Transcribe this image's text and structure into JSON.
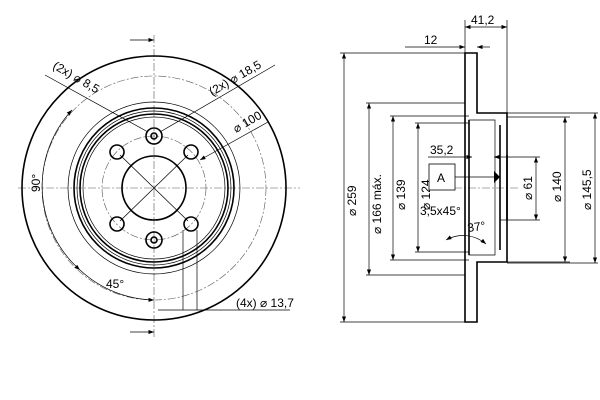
{
  "front_view": {
    "hole_small": "(2x) ⌀ 8,5",
    "hole_large": "(2x) ⌀ 18,5",
    "pcd": "⌀ 100",
    "angle_90": "90°",
    "angle_45": "45°",
    "bolt_holes": "(4x) ⌀ 13,7"
  },
  "side_view": {
    "total_height": "41,2",
    "thickness": "12",
    "d_outer": "⌀ 259",
    "d_166": "⌀ 166 máx.",
    "d_139": "⌀ 139",
    "d_124": "⌀ 124",
    "hat_depth": "35,2",
    "datum": "A",
    "chamfer": "3,5x45°",
    "angle_37": "37°",
    "d_61": "⌀ 61",
    "d_140": "⌀ 140",
    "d_145": "⌀ 145,5"
  }
}
